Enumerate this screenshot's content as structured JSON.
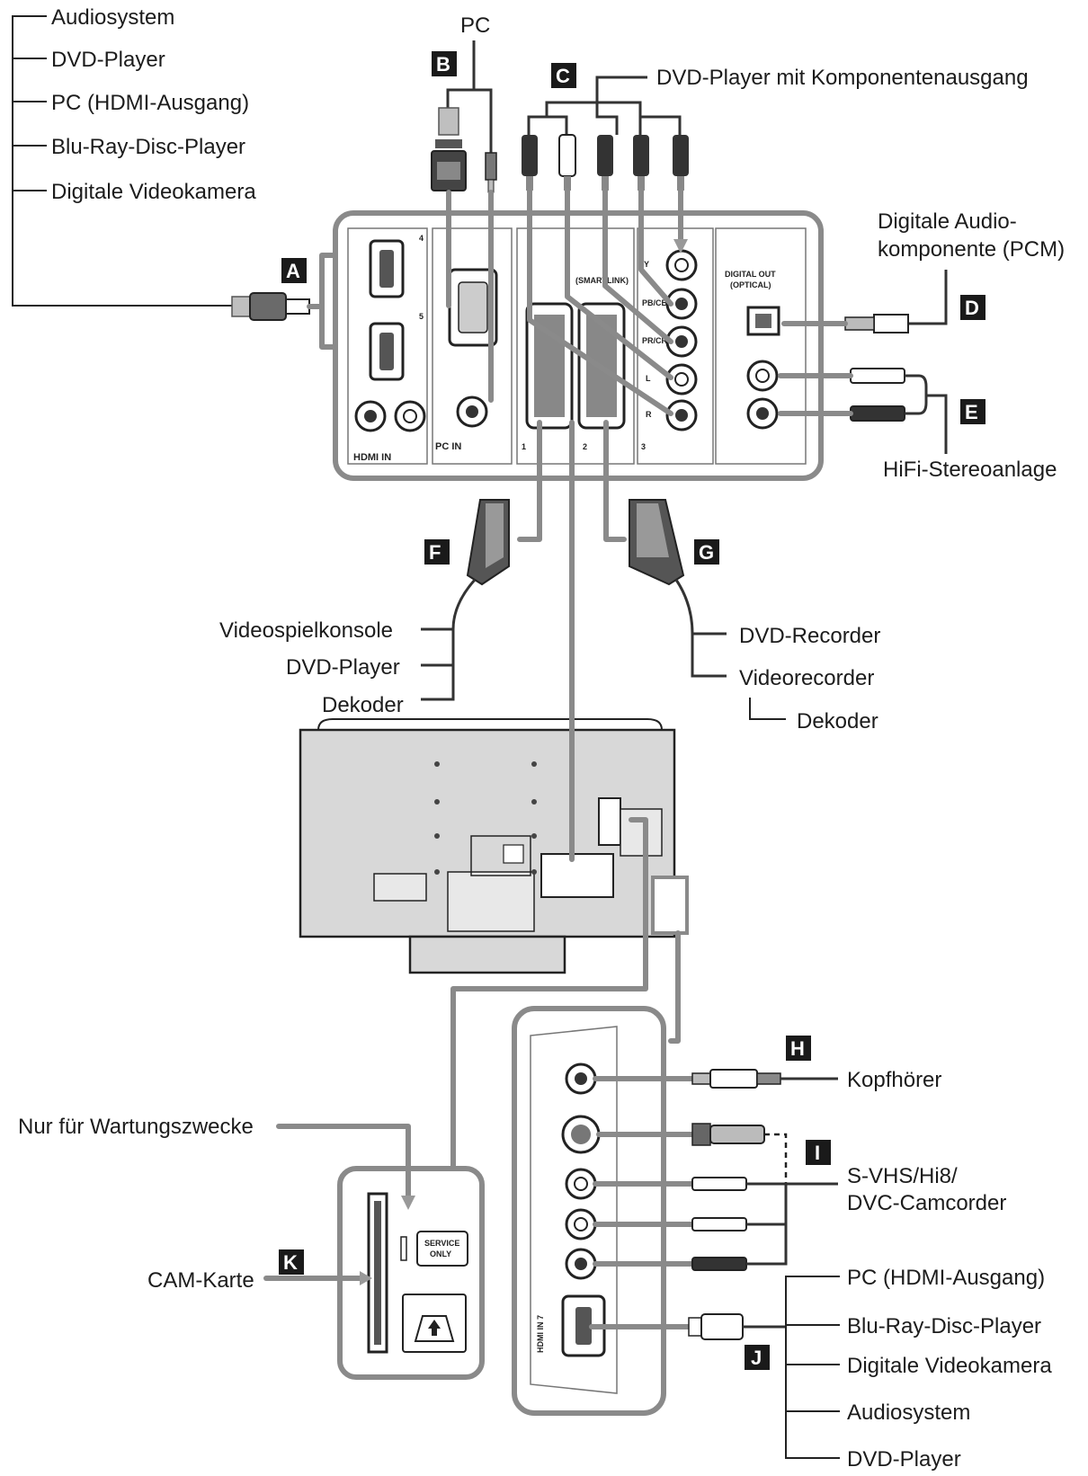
{
  "top_left_devices": [
    "Audiosystem",
    "DVD-Player",
    "PC (HDMI-Ausgang)",
    "Blu-Ray-Disc-Player",
    "Digitale Videokamera"
  ],
  "pc_label": "PC",
  "component_label": "DVD-Player mit Komponentenausgang",
  "digital_audio_label": [
    "Digitale Audio-",
    "komponente (PCM)"
  ],
  "hifi_label": "HiFi-Stereoanlage",
  "scart1_devices": [
    "Videospielkonsole",
    "DVD-Player",
    "Dekoder"
  ],
  "scart2_devices": [
    "DVD-Recorder",
    "Videorecorder",
    "Dekoder"
  ],
  "headphone_label": "Kopfhörer",
  "camcorder_label": [
    "S-VHS/Hi8/",
    "DVC-Camcorder"
  ],
  "hdmi7_devices": [
    "PC (HDMI-Ausgang)",
    "Blu-Ray-Disc-Player",
    "Digitale Videokamera",
    "Audiosystem",
    "DVD-Player"
  ],
  "service_label": "Nur für Wartungszwecke",
  "cam_label": "CAM-Karte",
  "badges": {
    "A": "A",
    "B": "B",
    "C": "C",
    "D": "D",
    "E": "E",
    "F": "F",
    "G": "G",
    "H": "H",
    "I": "I",
    "J": "J",
    "K": "K"
  },
  "panel_text": {
    "hdmi_in": "HDMI IN",
    "pc_in": "PC IN",
    "smartlink": "(SMARTLINK)",
    "digital_out": [
      "DIGITAL OUT",
      "(OPTICAL)"
    ],
    "port4": "4",
    "port5": "5",
    "scart1": "1",
    "scart2": "2",
    "comp3": "3",
    "y": "Y",
    "pb": "PB/CB",
    "pr": "PR/CR",
    "l": "L",
    "r": "R",
    "hdmi_in_7": "HDMI IN 7",
    "service_only": [
      "SERVICE",
      "ONLY"
    ]
  }
}
